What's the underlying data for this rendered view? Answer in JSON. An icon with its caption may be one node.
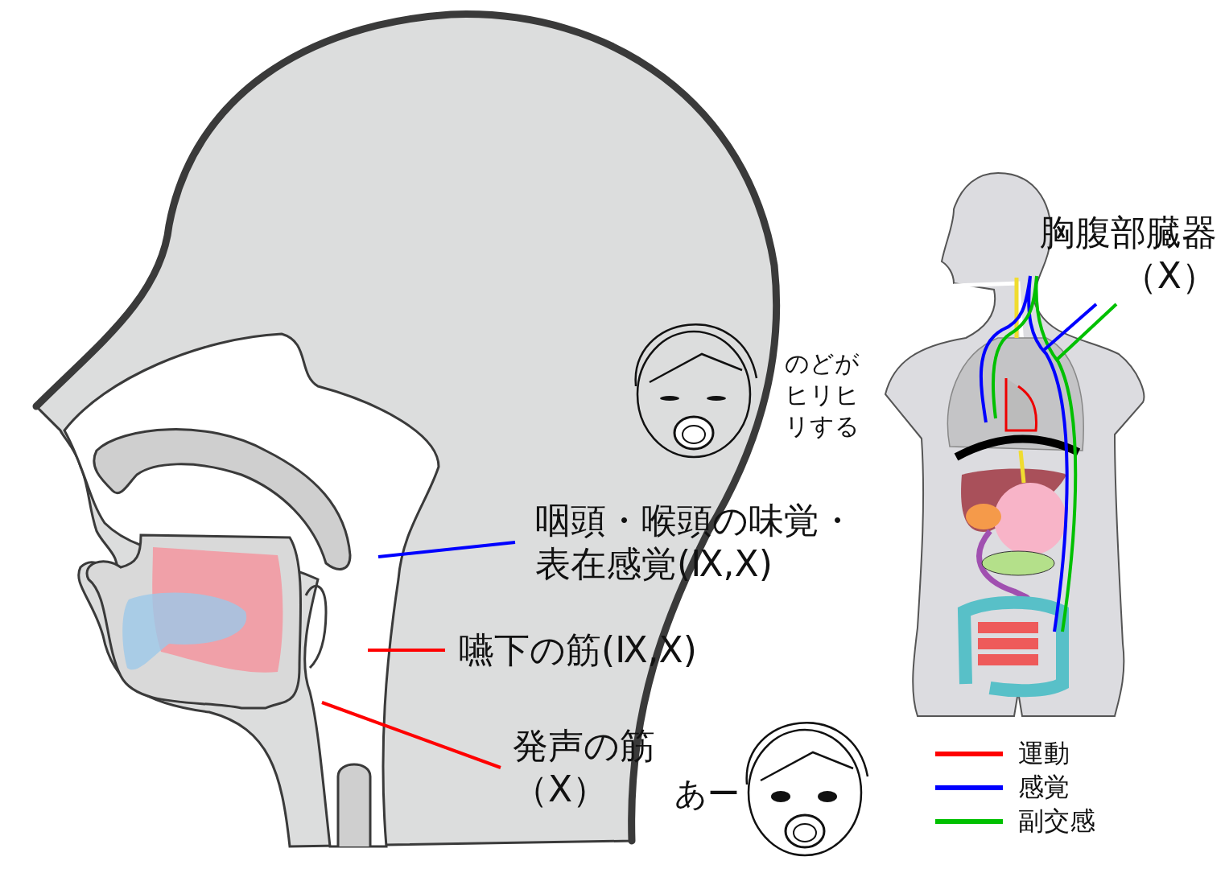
{
  "diagram": {
    "nodes": [
      {
        "text": [
          "咽頭・喉頭の味覚・表在感覚(Ⅸ,Ⅹ)"
        ]
      },
      {
        "text": [
          "嚥下の筋(Ⅸ,Ⅹ)"
        ]
      },
      {
        "text": [
          "発声の筋（Ⅹ）"
        ]
      },
      {
        "text": [
          "胸腹部臓器（Ⅹ）"
        ]
      }
    ],
    "edges": [
      {
        "from": 0,
        "to": null,
        "arrow": "none",
        "color": "#0000ff"
      },
      {
        "from": 1,
        "to": null,
        "arrow": "none",
        "color": "#ff0000"
      },
      {
        "from": 2,
        "to": null,
        "arrow": "none",
        "color": "#ff0000"
      },
      {
        "from": 3,
        "to": null,
        "arrow": "none",
        "color": "#0000ff"
      },
      {
        "from": 3,
        "to": null,
        "arrow": "none",
        "color": "#00c000"
      }
    ],
    "labels": [
      "のどがヒリヒリする",
      "あー"
    ],
    "legend": [
      {
        "text": "運動",
        "color": "#ff0000"
      },
      {
        "text": "感覚",
        "color": "#0000ff"
      },
      {
        "text": "副交感",
        "color": "#00c000"
      }
    ]
  }
}
